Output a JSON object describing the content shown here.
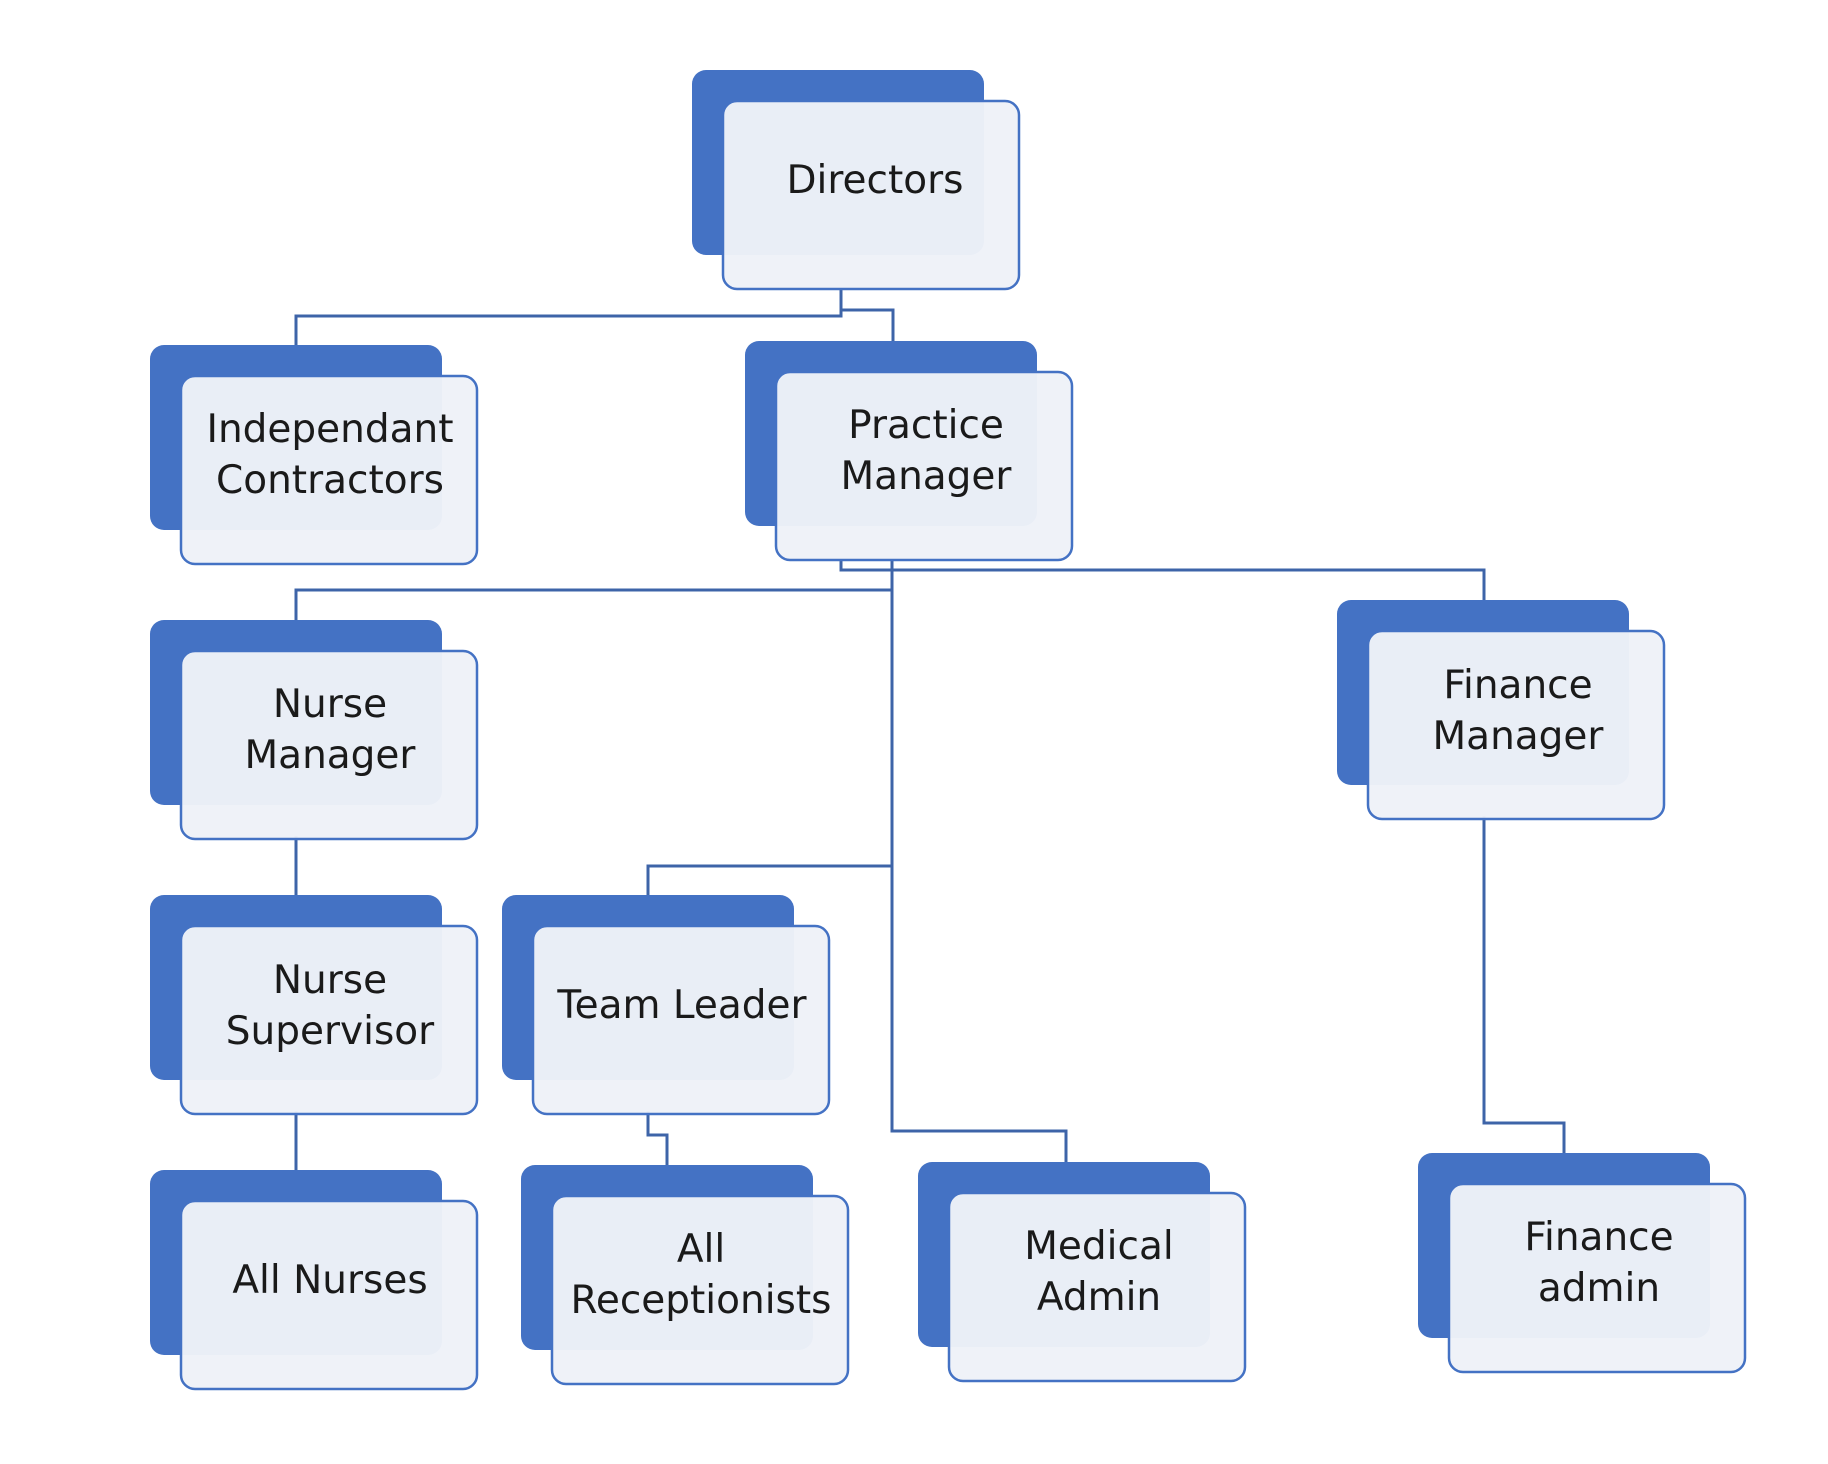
{
  "colors": {
    "shadow": "#4472C4",
    "card_fill": "#EEF2F8",
    "border": "#4472C4",
    "connector": "#3E64A8",
    "text": "#1a1a1a"
  },
  "nodes": [
    {
      "id": "directors",
      "lines": [
        "Directors"
      ]
    },
    {
      "id": "contractors",
      "lines": [
        "Independant",
        "Contractors"
      ]
    },
    {
      "id": "practice-manager",
      "lines": [
        "Practice",
        "Manager"
      ]
    },
    {
      "id": "nurse-manager",
      "lines": [
        "Nurse",
        "Manager"
      ]
    },
    {
      "id": "finance-manager",
      "lines": [
        "Finance",
        "Manager"
      ]
    },
    {
      "id": "nurse-supervisor",
      "lines": [
        "Nurse",
        "Supervisor"
      ]
    },
    {
      "id": "team-leader",
      "lines": [
        "Team Leader"
      ]
    },
    {
      "id": "all-nurses",
      "lines": [
        "All Nurses"
      ]
    },
    {
      "id": "all-receptionists",
      "lines": [
        "All",
        "Receptionists"
      ]
    },
    {
      "id": "medical-admin",
      "lines": [
        "Medical",
        "Admin"
      ]
    },
    {
      "id": "finance-admin",
      "lines": [
        "Finance",
        "admin"
      ]
    }
  ],
  "edges": [
    {
      "from": "directors",
      "to": "contractors"
    },
    {
      "from": "directors",
      "to": "practice-manager"
    },
    {
      "from": "practice-manager",
      "to": "nurse-manager"
    },
    {
      "from": "practice-manager",
      "to": "finance-manager"
    },
    {
      "from": "practice-manager",
      "to": "team-leader"
    },
    {
      "from": "practice-manager",
      "to": "medical-admin"
    },
    {
      "from": "nurse-manager",
      "to": "nurse-supervisor"
    },
    {
      "from": "nurse-supervisor",
      "to": "all-nurses"
    },
    {
      "from": "team-leader",
      "to": "all-receptionists"
    },
    {
      "from": "finance-manager",
      "to": "finance-admin"
    }
  ]
}
